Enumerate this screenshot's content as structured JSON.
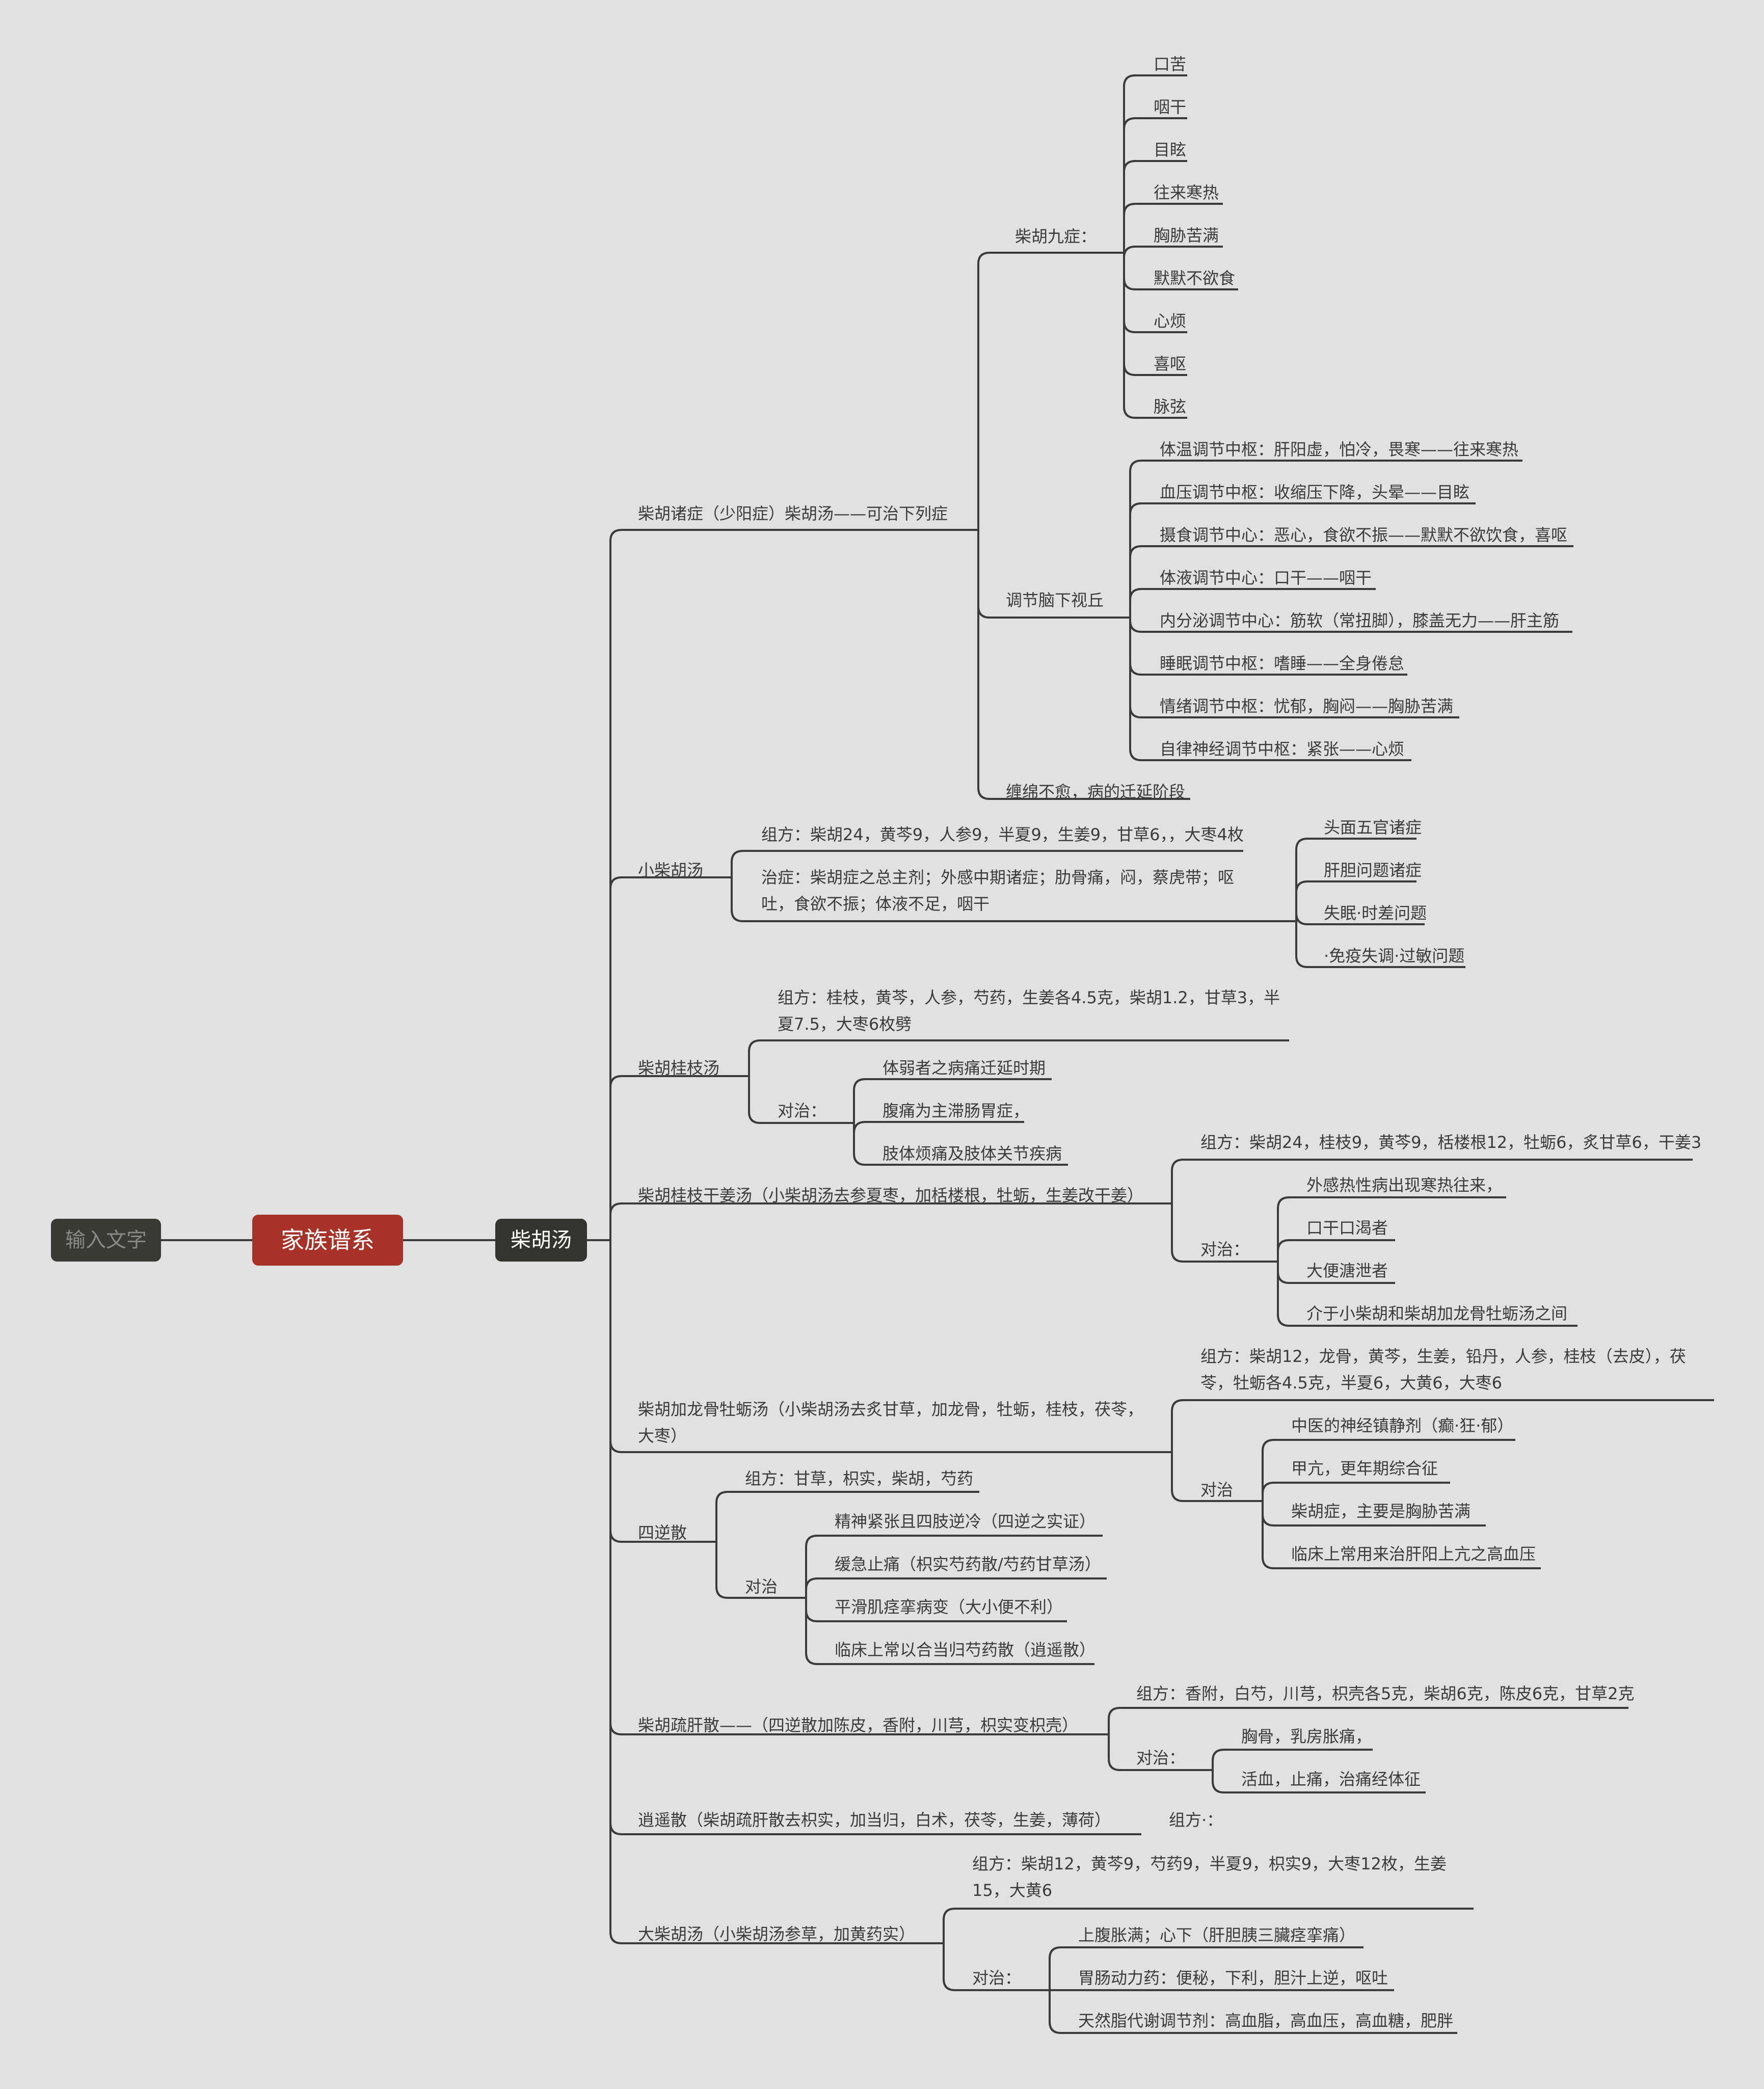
{
  "input": "输入文字",
  "root": "家族谱系",
  "main": "柴胡汤",
  "l1": [
    "柴胡诸症（少阳症）柴胡汤——可治下列症",
    "小柴胡汤",
    "柴胡桂枝汤",
    "柴胡桂枝干姜汤（小柴胡汤去参夏枣，加栝楼根，牡蛎，生姜改干姜）",
    "柴胡加龙骨牡蛎汤（小柴胡汤去炙甘草，加龙骨，牡蛎，桂枝，茯苓，大枣）",
    "四逆散",
    "柴胡疏肝散——（四逆散加陈皮，香附，川芎，枳实变枳壳）",
    "逍遥散（柴胡疏肝散去枳实，加当归，白术，茯苓，生姜，薄荷）",
    "大柴胡汤（小柴胡汤参草，加黄药实）"
  ],
  "zhuzheng": {
    "jiuzheng": "柴胡九症：",
    "nine": [
      "口苦",
      "咽干",
      "目眩",
      "往来寒热",
      "胸胁苦满",
      "默默不欲食",
      "心烦",
      "喜呕",
      "脉弦"
    ],
    "naoxia": "调节脑下视丘",
    "centers": [
      "体温调节中枢：肝阳虚，怕冷，畏寒——往来寒热",
      "血压调节中枢：收缩压下降，头晕——目眩",
      "摄食调节中心：恶心，食欲不振——默默不欲饮食，喜呕",
      "体液调节中心：口干——咽干",
      "内分泌调节中心：筋软（常扭脚），膝盖无力——肝主筋",
      "睡眠调节中枢：嗜睡——全身倦怠",
      "情绪调节中枢：忧郁，胸闷——胸胁苦满",
      "自律神经调节中枢：紧张——心烦"
    ],
    "chanmian": "缠绵不愈，病的迁延阶段"
  },
  "xiaochaihu": {
    "zufang": "组方：柴胡24，黄芩9，人参9，半夏9，生姜9，甘草6，，大枣4枚",
    "zhizheng": "治症：柴胡症之总主剂；外感中期诸症；肋骨痛，闷，蔡虎带；呕吐，食欲不振；体液不足，咽干",
    "items": [
      "头面五官诸症",
      "肝胆问题诸症",
      "失眠·时差问题",
      "·免疫失调·过敏问题"
    ]
  },
  "guizhi": {
    "zufang": "组方：桂枝，黄芩，人参，芍药，生姜各4.5克，柴胡1.2，甘草3，半夏7.5，大枣6枚劈",
    "duizhi": "对治：",
    "items": [
      "体弱者之病痛迁延时期",
      "腹痛为主滞肠胃症，",
      "肢体烦痛及肢体关节疾病"
    ]
  },
  "ganjiang": {
    "zufang": "组方：柴胡24，桂枝9，黄芩9，栝楼根12，牡蛎6，炙甘草6，干姜3",
    "duizhi": "对治：",
    "items": [
      "外感热性病出现寒热往来，",
      "口干口渴者",
      "大便溏泄者",
      "介于小柴胡和柴胡加龙骨牡蛎汤之间"
    ]
  },
  "longgu": {
    "zufang": "组方：柴胡12，龙骨，黄芩，生姜，铅丹，人参，桂枝（去皮），茯苓，牡蛎各4.5克，半夏6，大黄6，大枣6",
    "duizhi": "对治",
    "items": [
      "中医的神经镇静剂（癫·狂·郁）",
      "甲亢，更年期综合征",
      "柴胡症，主要是胸胁苦满",
      "临床上常用来治肝阳上亢之高血压"
    ]
  },
  "sini": {
    "zufang": "组方：甘草，枳实，柴胡，芍药",
    "duizhi": "对治",
    "items": [
      "精神紧张且四肢逆冷（四逆之实证）",
      "缓急止痛（枳实芍药散/芍药甘草汤）",
      "平滑肌痉挛病变（大小便不利）",
      "临床上常以合当归芍药散（逍遥散）"
    ]
  },
  "shugan": {
    "zufang": "组方：香附，白芍，川芎，枳壳各5克，柴胡6克，陈皮6克，甘草2克",
    "duizhi": "对治：",
    "items": [
      "胸骨，乳房胀痛，",
      "活血，止痛，治痛经体征"
    ]
  },
  "xiaoyao": {
    "zufang": "组方·："
  },
  "dachaihu": {
    "zufang": "组方：柴胡12，黄芩9，芍药9，半夏9，枳实9，大枣12枚，生姜15，大黄6",
    "duizhi": "对治：",
    "items": [
      "上腹胀满；心下（肝胆胰三臟痉挛痛）",
      "胃肠动力药：便秘，下利，胆汁上逆，呕吐",
      "天然脂代谢调节剂：高血脂，高血压，高血糖，肥胖"
    ]
  },
  "colors": {
    "background": "#e1e1e1",
    "line": "#3b3b3b",
    "root": "#a83227",
    "main": "#33332f",
    "input": "#3a3a35"
  }
}
